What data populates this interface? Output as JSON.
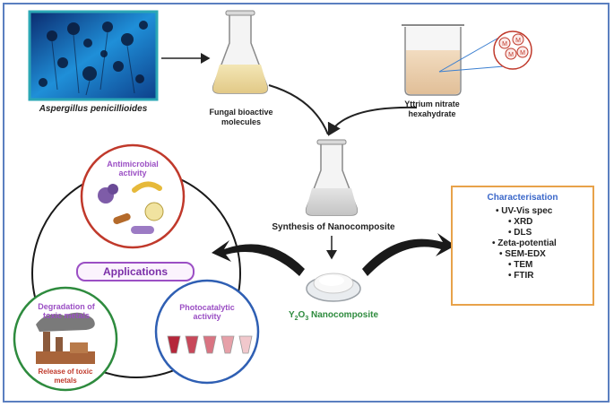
{
  "source": {
    "organism_label": "Aspergillus penicillioides"
  },
  "steps": {
    "fungal_label_line1": "Fungal bioactive",
    "fungal_label_line2": "molecules",
    "yttrium_label_line1": "Yttrium nitrate",
    "yttrium_label_line2": "hexahydrate",
    "synthesis_label": "Synthesis of Nanocomposite",
    "product_prefix": "Y",
    "product_sub1": "2",
    "product_mid": "O",
    "product_sub2": "3",
    "product_suffix": " Nanocomposite"
  },
  "applications": {
    "title": "Applications",
    "antimicrobial_line1": "Antimicrobial",
    "antimicrobial_line2": "activity",
    "degradation_line1": "Degradation of",
    "degradation_line2": "toxic metals",
    "release_line1": "Release of toxic",
    "release_line2": "metals",
    "photocatalytic_line1": "Photocatalytic",
    "photocatalytic_line2": "activity"
  },
  "characterisation": {
    "title": "Characterisation",
    "techniques": [
      "UV-Vis spec",
      "XRD",
      "DLS",
      "Zeta-potential",
      "SEM-EDX",
      "TEM",
      "FTIR"
    ]
  },
  "molecule_letter": "M",
  "colors": {
    "frame": "#5b7fc0",
    "antimicrobial": "#c0392b",
    "degradation": "#2e8b3e",
    "photocatalytic": "#2f5fb3",
    "applications": "#9b4fc4",
    "characterisation_border": "#e8a24a",
    "characterisation_title": "#3a67c9",
    "product_label": "#2e8b3e"
  }
}
